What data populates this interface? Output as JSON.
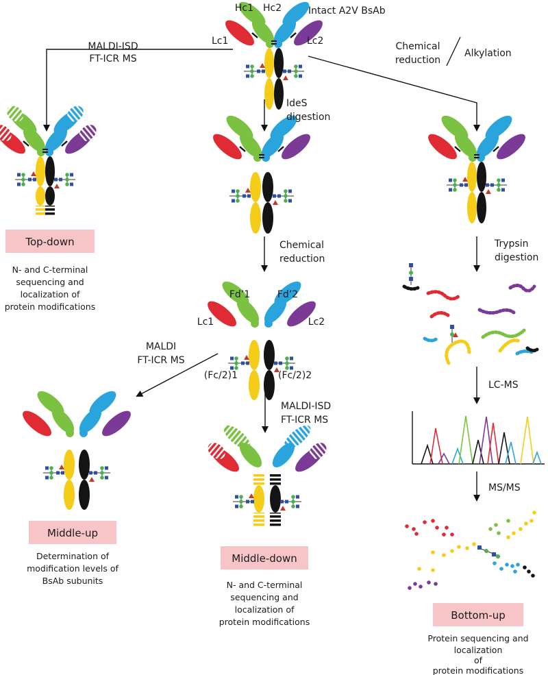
{
  "colors": {
    "lc1": "#e02b35",
    "hc1": "#7cc242",
    "hc2": "#2aa4dc",
    "lc2": "#7b3a96",
    "fc1": "#f5cc18",
    "fc2": "#141414",
    "box": "#f7c5c8",
    "glycan_square": "#2f4fa2",
    "glycan_circle": "#4caf50",
    "glycan_triangle": "#c0392b"
  },
  "top": {
    "title": "Intact A2V BsAb",
    "hc1": "Hc1",
    "hc2": "Hc2",
    "lc1": "Lc1",
    "lc2": "Lc2"
  },
  "steps": {
    "maldi_isd_left": [
      "MALDI-ISD",
      "FT-ICR MS"
    ],
    "chem_red_alk": [
      "Chemical",
      "reduction",
      "Alkylation"
    ],
    "ides": [
      "IdeS",
      "digestion"
    ],
    "chem_red_mid": [
      "Chemical",
      "reduction"
    ],
    "trypsin": [
      "Trypsin",
      "digestion"
    ],
    "maldi_mid": [
      "MALDI",
      "FT-ICR MS"
    ],
    "maldi_isd_mid": [
      "MALDI-ISD",
      "FT-ICR MS"
    ],
    "lcms": "LC-MS",
    "msms": "MS/MS"
  },
  "subunits": {
    "fd1": "Fd’1",
    "fd2": "Fd’2",
    "lc1": "Lc1",
    "lc2": "Lc2",
    "fc1": "(Fc/2)1",
    "fc2": "(Fc/2)2"
  },
  "approaches": {
    "topdown": {
      "label": "Top-down",
      "desc": [
        "N- and C-terminal",
        "sequencing and",
        "localization of",
        "protein modifications"
      ]
    },
    "middleup": {
      "label": "Middle-up",
      "desc": [
        "Determination of",
        "modification levels of",
        "BsAb subunits"
      ]
    },
    "middledown": {
      "label": "Middle-down",
      "desc": [
        "N- and C-terminal",
        "sequencing and",
        "localization of",
        "protein modifications"
      ]
    },
    "bottomup": {
      "label": "Bottom-up",
      "desc": [
        "Protein sequencing and",
        "localization",
        "of",
        "protein modifications"
      ]
    }
  }
}
